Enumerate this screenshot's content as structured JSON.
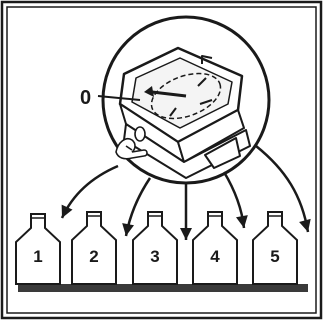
{
  "figure": {
    "zero_label": "0",
    "bottles": [
      {
        "label": "1"
      },
      {
        "label": "2"
      },
      {
        "label": "3"
      },
      {
        "label": "4"
      },
      {
        "label": "5"
      }
    ],
    "icons": {
      "dispenser": "dispenser-dial-icon",
      "finger": "pointing-finger-icon",
      "bottle": "bottle-icon",
      "arrow": "arrow-icon"
    }
  },
  "colors": {
    "ink": "#1a1a1a",
    "paper": "#ffffff",
    "shelf": "#3a3a3a"
  }
}
